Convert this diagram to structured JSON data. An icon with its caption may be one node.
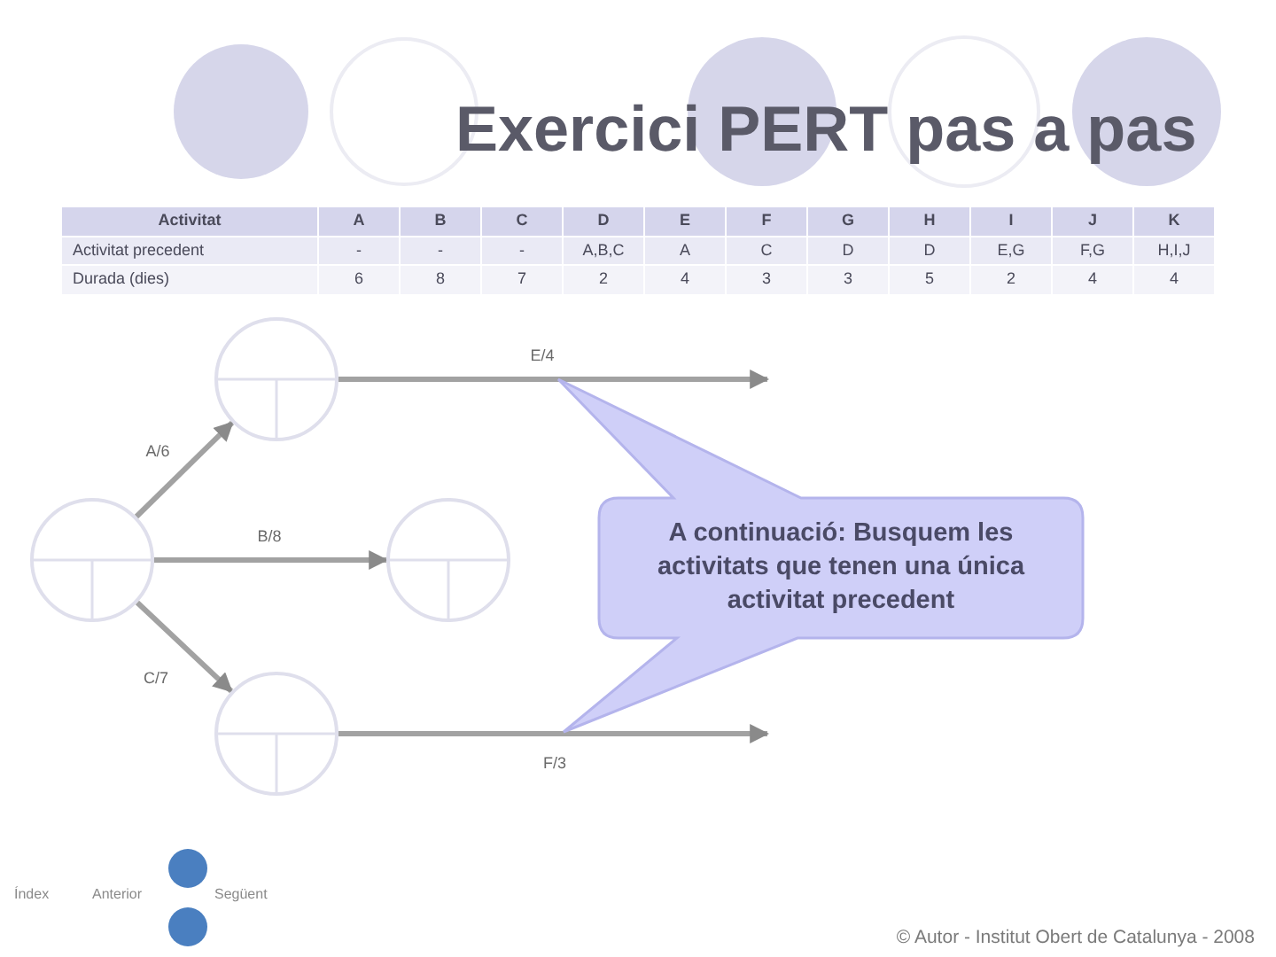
{
  "diagram": {
    "title": "Exercici PERT pas a pas",
    "nodes": [
      {
        "text": [],
        "shape": "circle"
      },
      {
        "text": [],
        "shape": "circle"
      },
      {
        "text": [],
        "shape": "circle"
      },
      {
        "text": [],
        "shape": "circle"
      },
      {
        "text": [
          "A continuació: Busquem les activitats que tenen una única activitat precedent"
        ]
      }
    ],
    "edges": [
      {
        "from": 0,
        "to": 1,
        "arrow": "to",
        "label": "A/6"
      },
      {
        "from": 0,
        "to": 2,
        "arrow": "to",
        "label": "B/8"
      },
      {
        "from": 0,
        "to": 3,
        "arrow": "to",
        "label": "C/7"
      },
      {
        "from": 1,
        "to": null,
        "arrow": "to",
        "label": "E/4"
      },
      {
        "from": 3,
        "to": null,
        "arrow": "to",
        "label": "F/3"
      }
    ],
    "labels": [
      "Activitat",
      "A",
      "B",
      "C",
      "D",
      "E",
      "F",
      "G",
      "H",
      "I",
      "J",
      "K",
      "Activitat precedent",
      "-",
      "-",
      "-",
      "A,B,C",
      "A",
      "C",
      "D",
      "D",
      "E,G",
      "F,G",
      "H,I,J",
      "Durada (dies)",
      "6",
      "8",
      "7",
      "2",
      "4",
      "3",
      "3",
      "5",
      "2",
      "4",
      "4",
      "Índex",
      "Anterior",
      "Següent",
      "© Autor - Institut Obert de Catalunya - 2008"
    ]
  }
}
